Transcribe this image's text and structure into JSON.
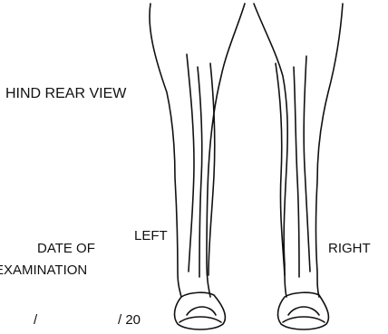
{
  "title": "HIND REAR VIEW",
  "labels": {
    "left": "LEFT",
    "right": "RIGHT"
  },
  "date": {
    "line1": "DATE OF",
    "line2": "EXAMINATION",
    "slash1": "/",
    "slash2": "/ 20"
  },
  "colors": {
    "ink": "#111111",
    "background": "#ffffff"
  }
}
